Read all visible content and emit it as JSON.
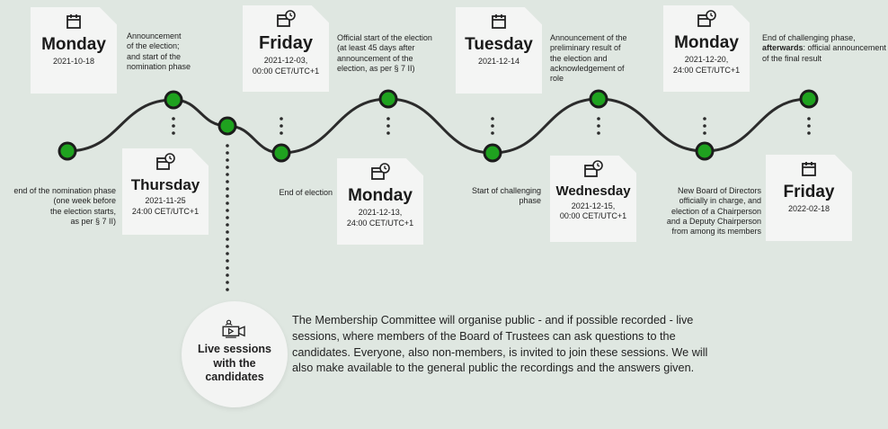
{
  "top_cards": [
    {
      "day": "Monday",
      "date": "2021-10-18",
      "icon": "calendar-icon"
    },
    {
      "day": "Friday",
      "date": "2021-12-03,\n00:00 CET/UTC+1",
      "icon": "calendar-clock-icon"
    },
    {
      "day": "Tuesday",
      "date": "2021-12-14",
      "icon": "calendar-icon"
    },
    {
      "day": "Monday",
      "date": "2021-12-20,\n24:00 CET/UTC+1",
      "icon": "calendar-clock-icon"
    }
  ],
  "bottom_cards": [
    {
      "day": "Thursday",
      "date": "2021-11-25\n24:00 CET/UTC+1",
      "icon": "calendar-clock-icon"
    },
    {
      "day": "Monday",
      "date": "2021-12-13,\n24:00 CET/UTC+1",
      "icon": "calendar-clock-icon"
    },
    {
      "day": "Wednesday",
      "date": "2021-12-15,\n00:00 CET/UTC+1",
      "icon": "calendar-clock-icon"
    },
    {
      "day": "Friday",
      "date": "2022-02-18",
      "icon": "calendar-icon"
    }
  ],
  "top_descriptions": [
    "Announcement\nof the election;\nand start of the\nnomination phase",
    "Official start of the election\n(at least 45 days after\nannouncement of the\nelection, as per § 7 II)",
    "Announcement of the\npreliminary result of\nthe election and\nacknowledgement of\nrole",
    [
      "End of challenging phase,\n",
      "afterwards",
      ": official announcement\nof the final result"
    ]
  ],
  "bottom_descriptions": [
    "end of the nomination phase\n(one week before\nthe election starts,\nas per § 7 II)",
    "End of election",
    "Start of challenging\nphase",
    "New Board of Directors\nofficially in charge, and\nelection of a Chairperson\nand a Deputy Chairperson\nfrom among its members"
  ],
  "live": {
    "icon": "live-video-icon",
    "label": "Live sessions\nwith the\ncandidates",
    "text": "The Membership Committee will organise public - and if possible recorded - live sessions, where members of the Board of Trustees can ask questions to the candidates. Everyone, also non-members, is invited to join these sessions. We will also make available to the general public the recordings and the answers given."
  },
  "colors": {
    "background": "#dfe7e1",
    "node_fill": "#1fa21f",
    "node_ring": "#1c1c1c",
    "line": "#2b2b2b",
    "card": "#f4f5f4"
  }
}
